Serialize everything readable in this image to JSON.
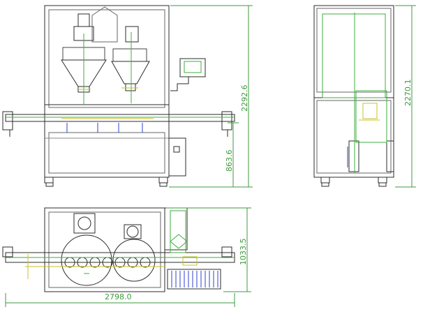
{
  "colors": {
    "outline": "#2b2b2b",
    "green": "#3fae3f",
    "yellow": "#c9c12a",
    "blue": "#2d3fd1",
    "dimension": "#3c9a3c"
  },
  "dimensions": {
    "front_total_height": "2292.6",
    "front_work_height": "863.6",
    "side_total_height": "2270.1",
    "top_depth": "1033.5",
    "top_length": "2798.0"
  },
  "views": {
    "front": "front-elevation",
    "side": "side-elevation",
    "top": "plan-view"
  }
}
